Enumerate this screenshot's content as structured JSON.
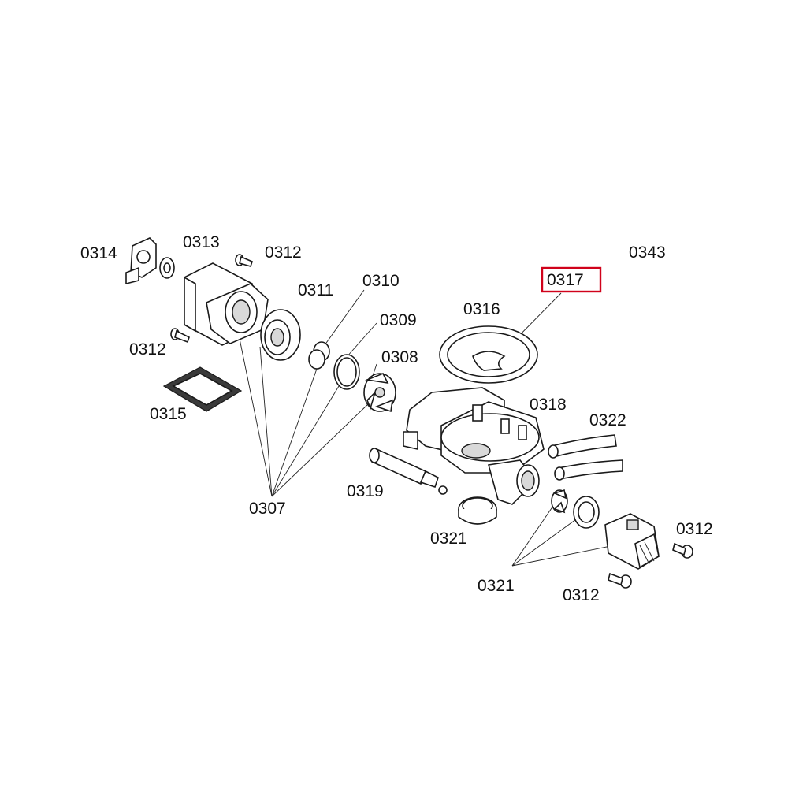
{
  "diagram": {
    "highlight_color": "#d0021b",
    "line_color": "#1a1a1a",
    "labels": {
      "p0314": "0314",
      "p0313": "0313",
      "p0312_top": "0312",
      "p0312_left": "0312",
      "p0315": "0315",
      "p0311": "0311",
      "p0310": "0310",
      "p0309": "0309",
      "p0308": "0308",
      "p0307": "0307",
      "p0316": "0316",
      "p0317": "0317",
      "p0343": "0343",
      "p0318": "0318",
      "p0322": "0322",
      "p0319": "0319",
      "p0321_mid": "0321",
      "p0321_bottom": "0321",
      "p0312_right": "0312",
      "p0312_bottom": "0312"
    },
    "highlighted_label": "0317"
  }
}
